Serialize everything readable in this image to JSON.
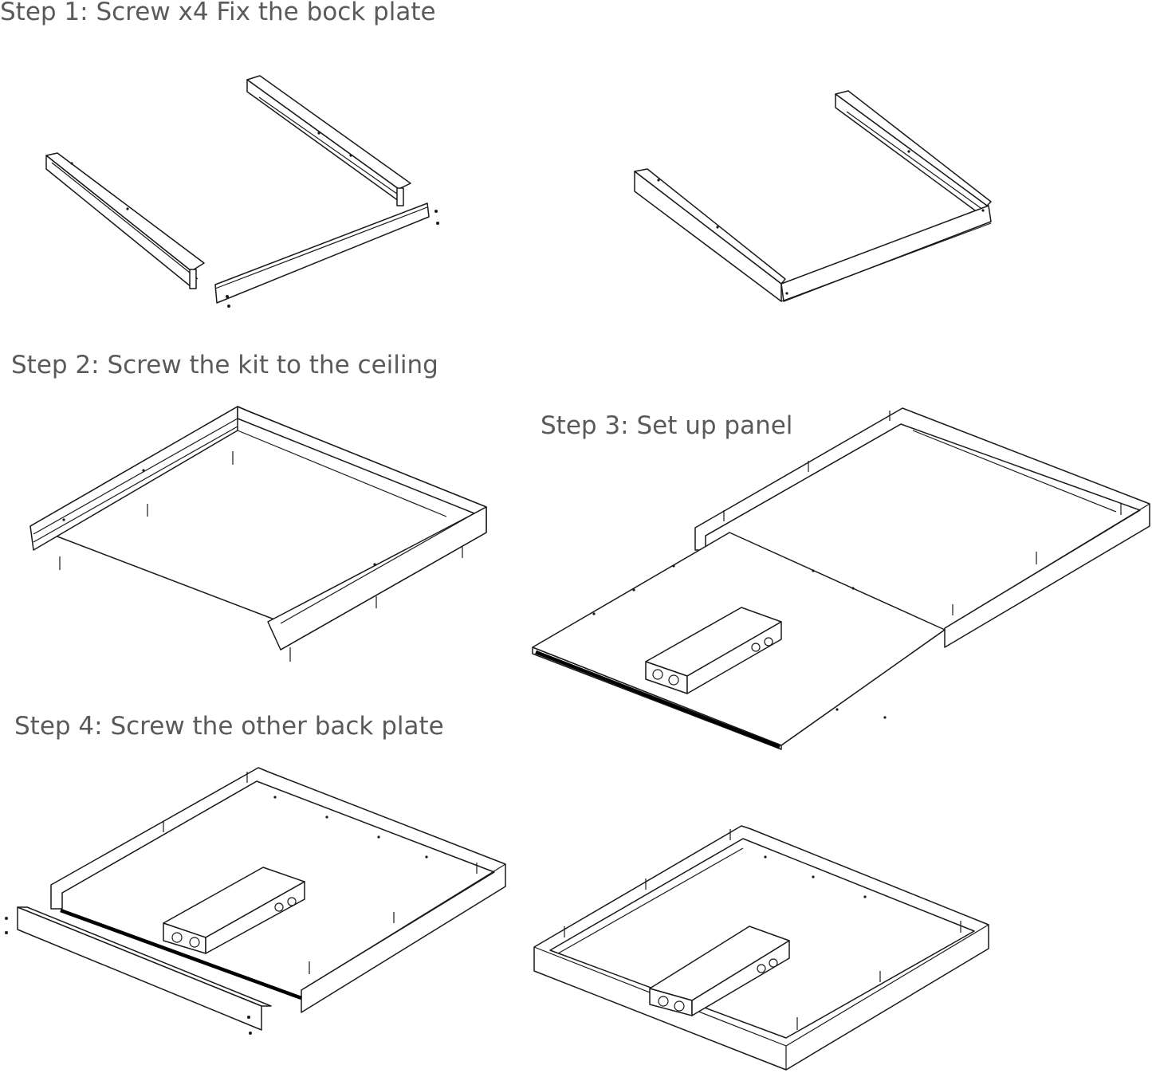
{
  "steps": [
    {
      "title": "Step 1: Screw x4 Fix the bock plate"
    },
    {
      "title": "Step 2: Screw the kit to the ceiling"
    },
    {
      "title": "Step 3: Set up panel"
    },
    {
      "title": "Step 4: Screw the other back plate"
    }
  ],
  "colors": {
    "title": "#5a5a5a",
    "line": "#1a1a1a",
    "background": "#ffffff"
  }
}
